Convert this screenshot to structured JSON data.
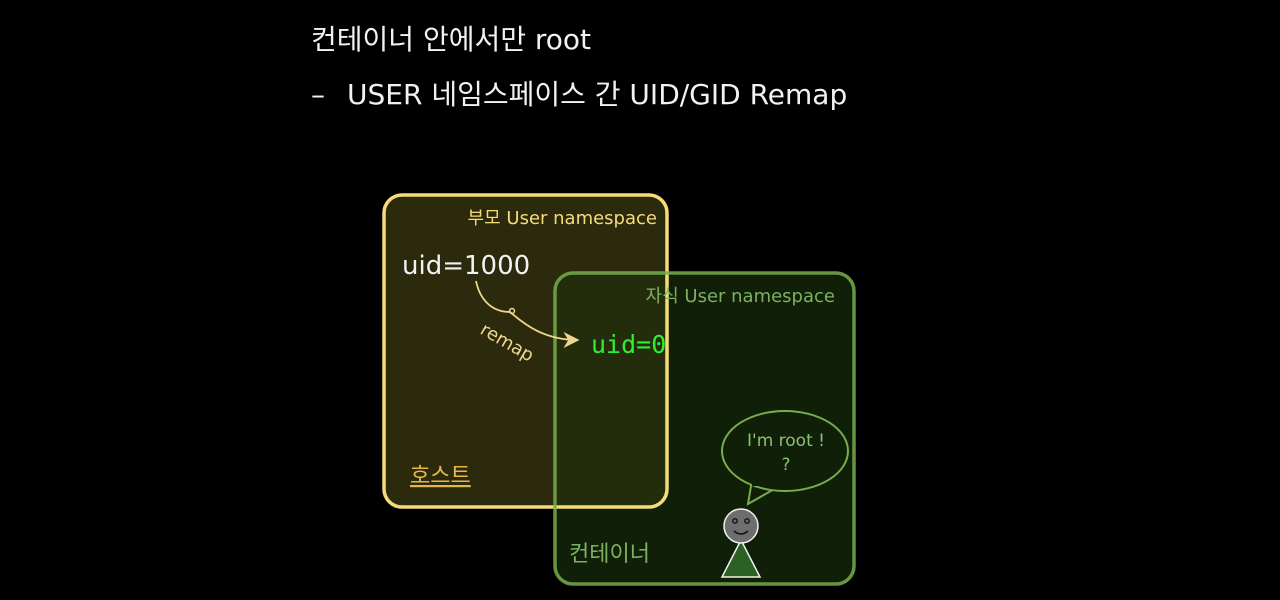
{
  "slide": {
    "title": "컨테이너 안에서만 root",
    "bullet_dash": "–",
    "bullet_text": "USER 네임스페이스 간 UID/GID Remap"
  },
  "diagram": {
    "parent_box_label": "부모 User namespace",
    "parent_uid": "uid=1000",
    "arrow_label": "remap",
    "child_box_label": "자식 User namespace",
    "child_uid": "uid=0",
    "host_label": "호스트",
    "container_label": "컨테이너",
    "speech_line1": "I'm root !",
    "speech_line2": "?"
  },
  "colors": {
    "parent_border": "#f5dc78",
    "parent_fill": "#2c2a0c",
    "child_border": "#78ad4e",
    "child_fill": "#0f1f08",
    "overlap_fill": "#232c0b",
    "child_uid_color": "#30ee30",
    "arrow_color": "#f0d690",
    "child_label_color": "#7fb060",
    "host_label_color": "#e6b84a",
    "figure_head": "#6e6e6e",
    "figure_body": "#2b6125"
  }
}
